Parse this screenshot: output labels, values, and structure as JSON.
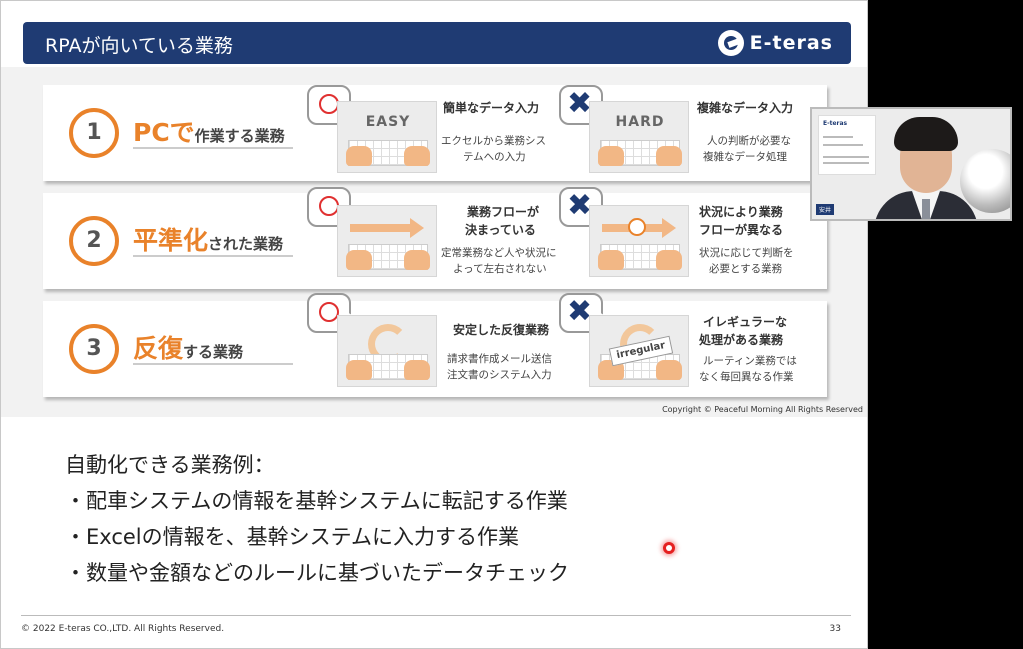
{
  "slide": {
    "title": "RPAが向いている業務",
    "logo_text": "E-teras",
    "rows": [
      {
        "num": "1",
        "label_big": "PCで",
        "label_small": "作業する業務",
        "good_panel_word": "EASY",
        "good_title": "簡単なデータ入力",
        "good_text_1": "エクセルから業務シス",
        "good_text_2": "テムへの入力",
        "bad_panel_word": "HARD",
        "bad_title": "複雑なデータ入力",
        "bad_text_1": "人の判断が必要な",
        "bad_text_2": "複雑なデータ処理"
      },
      {
        "num": "2",
        "label_big": "平準化",
        "label_small": "された業務",
        "good_title_1": "業務フローが",
        "good_title_2": "決まっている",
        "good_text_1": "定常業務など人や状況に",
        "good_text_2": "よって左右されない",
        "bad_title_1": "状況により業務",
        "bad_title_2": "フローが異なる",
        "bad_text_1": "状況に応じて判断を",
        "bad_text_2": "必要とする業務"
      },
      {
        "num": "3",
        "label_big": "反復",
        "label_small": "する業務",
        "good_title": "安定した反復業務",
        "good_text_1": "請求書作成メール送信",
        "good_text_2": "注文書のシステム入力",
        "bad_panel_word": "irregular",
        "bad_title_1": "イレギュラーな",
        "bad_title_2": "処理がある業務",
        "bad_text_1": "ルーティン業務では",
        "bad_text_2": "なく毎回異なる作業"
      }
    ],
    "infographic_copyright": "Copyright © Peaceful Morning All Rights Reserved",
    "examples": {
      "title": "自動化できる業務例：",
      "items": [
        "・配車システムの情報を基幹システムに転記する作業",
        "・Excelの情報を、基幹システムに入力する作業",
        "・数量や金額などのルールに基づいたデータチェック"
      ]
    },
    "footer_copyright": "© 2022 E-teras CO.,LTD. All Rights Reserved.",
    "page_number": "33"
  },
  "webcam": {
    "card_logo": "E-teras",
    "tag": "安井"
  },
  "colors": {
    "header_bg": "#1f3b73",
    "accent_orange": "#e9822a",
    "circle_red": "#e03030",
    "cross_navy": "#1f3b73"
  },
  "icons": [
    "circle-ok-icon",
    "cross-ng-icon",
    "keyboard-icon",
    "arrow-right-icon",
    "cycle-icon"
  ]
}
